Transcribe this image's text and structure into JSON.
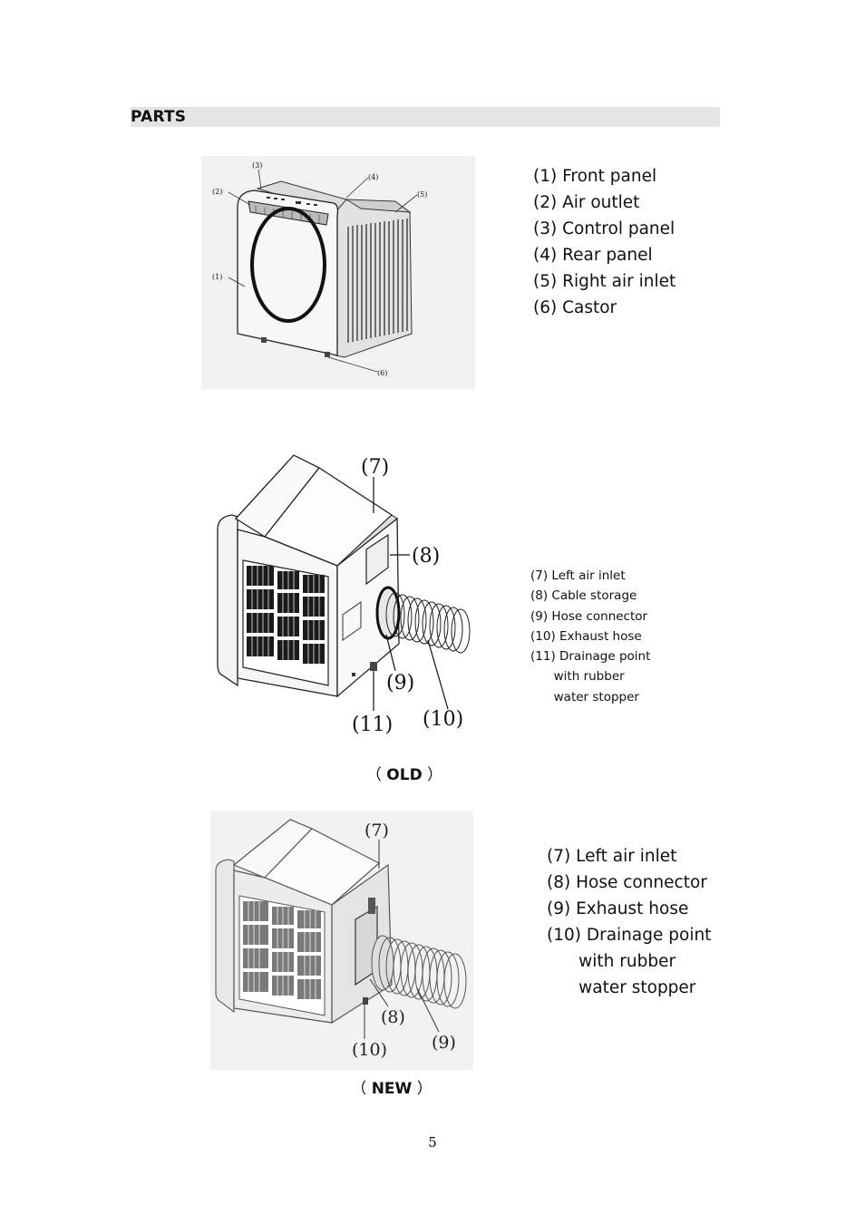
{
  "section": {
    "title": "PARTS"
  },
  "figure1": {
    "callouts": [
      "(1)",
      "(2)",
      "(3)",
      "(4)",
      "(5)",
      "(6)"
    ],
    "parts": [
      "(1) Front panel",
      "(2) Air outlet",
      "(3) Control panel",
      "(4) Rear panel",
      "(5) Right air inlet",
      "(6) Castor"
    ]
  },
  "figure2": {
    "callouts": [
      "(7)",
      "(8)",
      "(9)",
      "(10)",
      "(11)"
    ],
    "parts": [
      "(7) Left air inlet",
      "(8) Cable storage",
      "(9) Hose connector",
      "(10) Exhaust hose",
      "(11) Drainage point",
      "with rubber",
      "water stopper"
    ],
    "caption_open": "（",
    "caption": "OLD",
    "caption_close": "）"
  },
  "figure3": {
    "callouts": [
      "(7)",
      "(8)",
      "(9)",
      "(10)"
    ],
    "parts": [
      "(7) Left air inlet",
      "(8) Hose connector",
      "(9) Exhaust hose",
      "(10) Drainage point",
      "with rubber",
      "water stopper"
    ],
    "caption_open": "（",
    "caption": "NEW",
    "caption_close": "）"
  },
  "footer": {
    "page_number": "5"
  }
}
